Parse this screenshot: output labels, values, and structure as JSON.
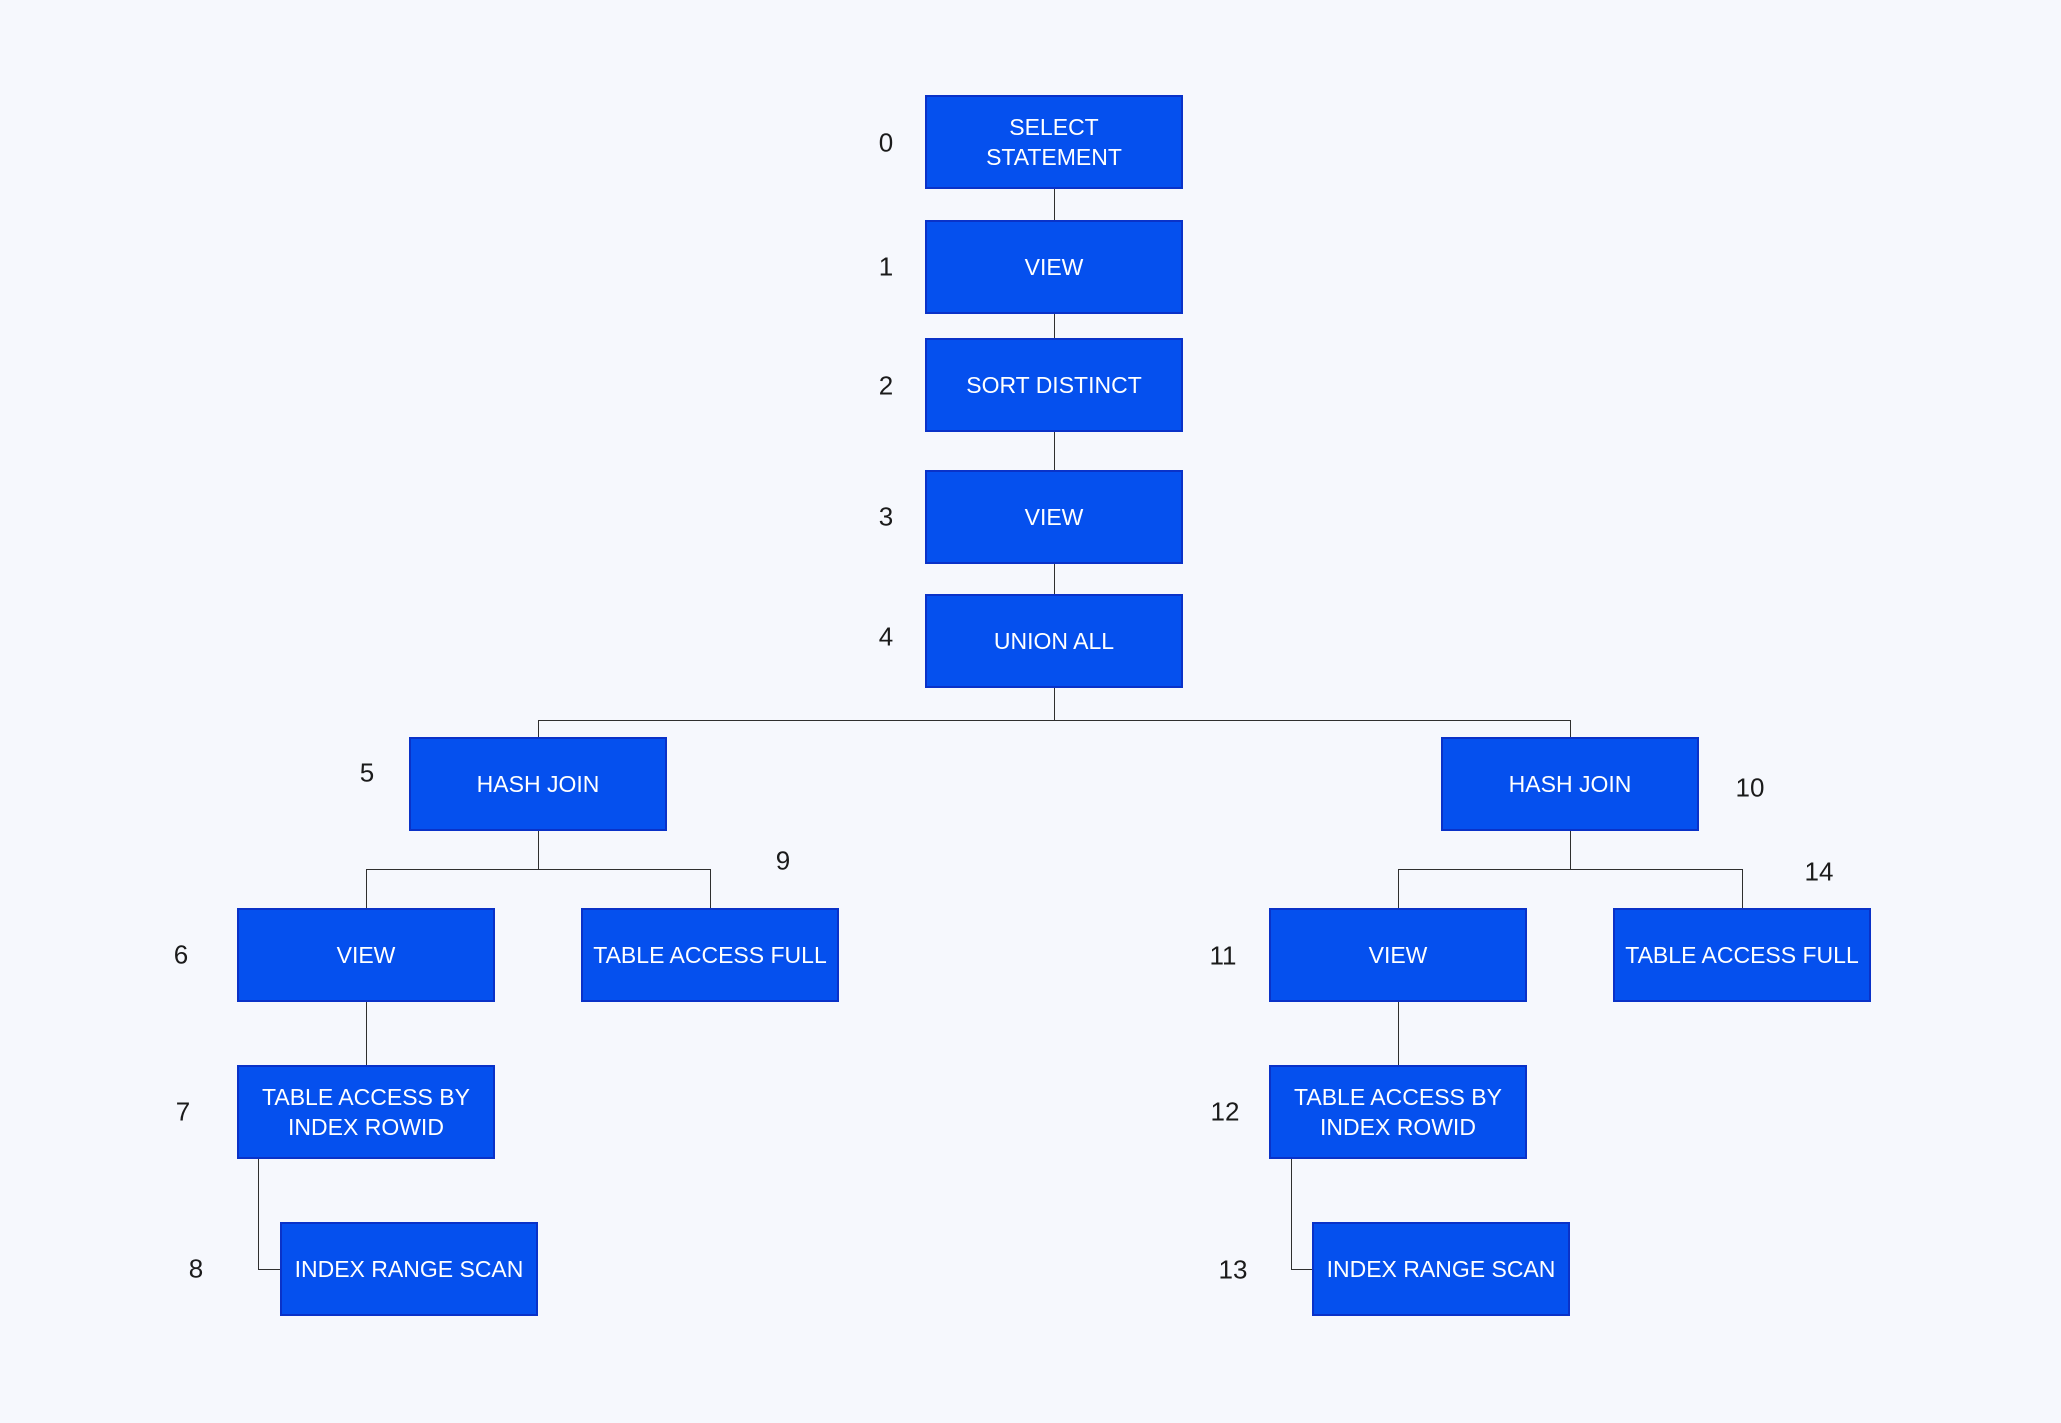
{
  "diagram": {
    "type": "query-execution-plan-tree",
    "nodes": [
      {
        "num": "0",
        "label": "SELECT\nSTATEMENT",
        "children": [
          "1"
        ]
      },
      {
        "num": "1",
        "label": "VIEW",
        "children": [
          "2"
        ]
      },
      {
        "num": "2",
        "label": "SORT DISTINCT",
        "children": [
          "3"
        ]
      },
      {
        "num": "3",
        "label": "VIEW",
        "children": [
          "4"
        ]
      },
      {
        "num": "4",
        "label": "UNION ALL",
        "children": [
          "5",
          "10"
        ]
      },
      {
        "num": "5",
        "label": "HASH JOIN",
        "children": [
          "6",
          "9"
        ]
      },
      {
        "num": "6",
        "label": "VIEW",
        "children": [
          "7"
        ]
      },
      {
        "num": "7",
        "label": "TABLE ACCESS BY\nINDEX ROWID",
        "children": [
          "8"
        ]
      },
      {
        "num": "8",
        "label": "INDEX RANGE SCAN",
        "children": []
      },
      {
        "num": "9",
        "label": "TABLE ACCESS FULL",
        "children": []
      },
      {
        "num": "10",
        "label": "HASH JOIN",
        "children": [
          "11",
          "14"
        ]
      },
      {
        "num": "11",
        "label": "VIEW",
        "children": [
          "12"
        ]
      },
      {
        "num": "12",
        "label": "TABLE ACCESS BY\nINDEX ROWID",
        "children": [
          "13"
        ]
      },
      {
        "num": "13",
        "label": "INDEX RANGE SCAN",
        "children": []
      },
      {
        "num": "14",
        "label": "TABLE ACCESS FULL",
        "children": []
      }
    ],
    "colors": {
      "background": "#f6f8fd",
      "node_fill": "#0550ee",
      "node_border": "#0a32c8",
      "node_text": "#ffffff",
      "connector": "#2f2f2f",
      "number_text": "#1b1b1b"
    }
  }
}
